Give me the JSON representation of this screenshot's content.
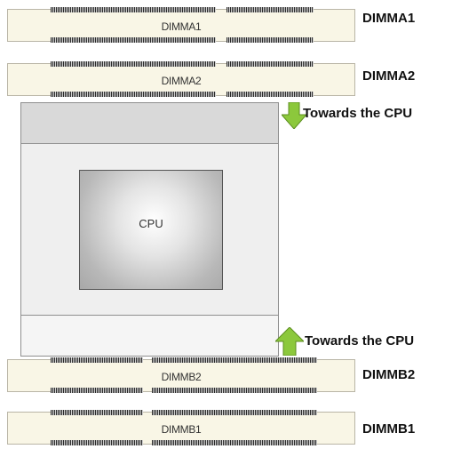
{
  "slots": [
    {
      "text": "DIMMA1",
      "label": "DIMMA1"
    },
    {
      "text": "DIMMA2",
      "label": "DIMMA2"
    },
    {
      "text": "DIMMB2",
      "label": "DIMMB2"
    },
    {
      "text": "DIMMB1",
      "label": "DIMMB1"
    }
  ],
  "cpu": {
    "label": "CPU"
  },
  "arrows": {
    "top": {
      "text": "Towards the CPU",
      "direction": "down"
    },
    "bottom": {
      "text": "Towards the CPU",
      "direction": "up"
    }
  },
  "colors": {
    "arrow": "#8cc83c",
    "slot": "#f9f6e6"
  }
}
